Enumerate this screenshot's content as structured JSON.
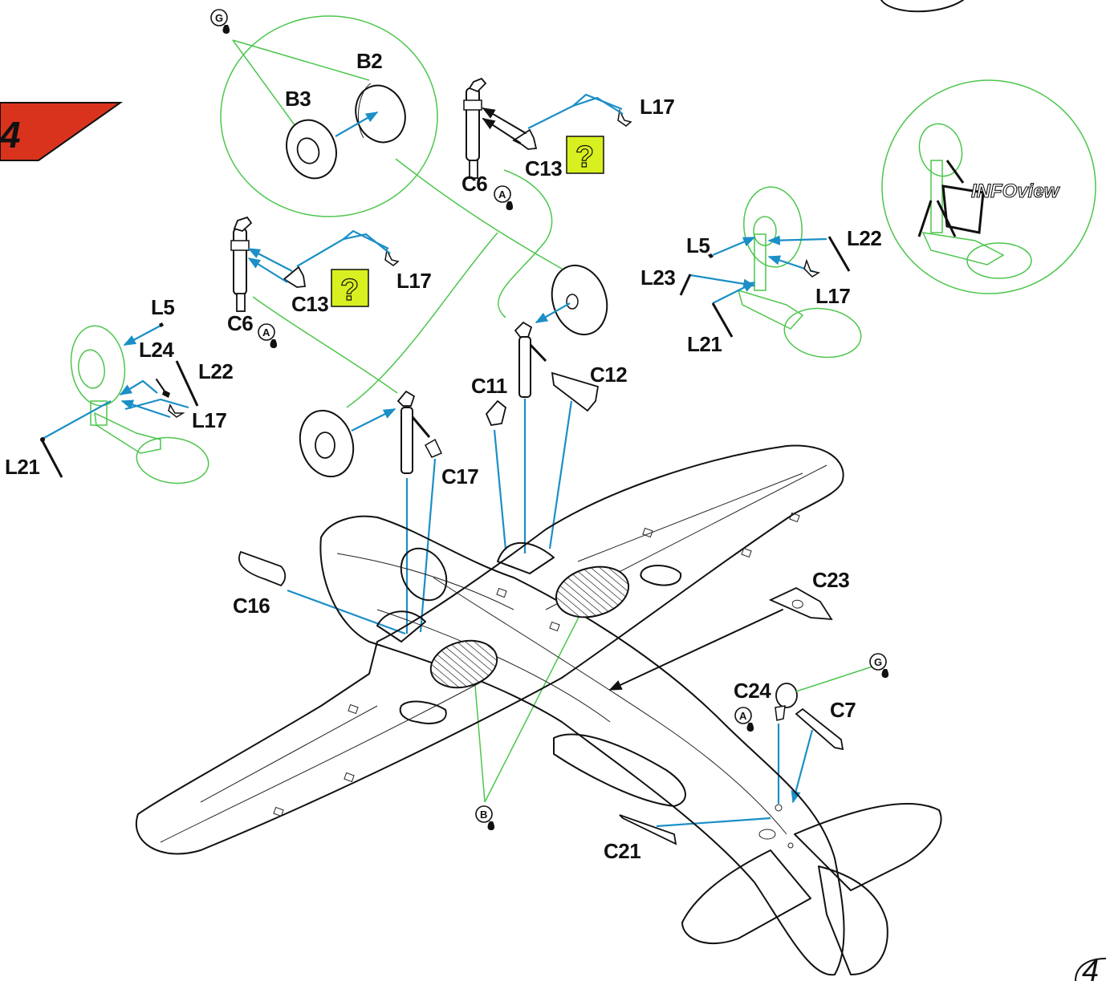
{
  "step": {
    "number": "4",
    "color": "#d9331e"
  },
  "page_number": "4",
  "infoview": {
    "label": "INFOview"
  },
  "colors": {
    "leader_blue": "#1b8fc6",
    "callout_green": "#4cc64c",
    "question_box": "#d8f020",
    "step_red": "#d9331e"
  },
  "labels": {
    "b2": "B2",
    "b3": "B3",
    "l17_top": "L17",
    "c13_top": "C13",
    "c6_top": "C6",
    "l17_mid": "L17",
    "c13_mid": "C13",
    "c6_mid": "C6",
    "l5_left": "L5",
    "l24": "L24",
    "l22_left": "L22",
    "l17_left": "L17",
    "l21_left": "L21",
    "l5_right": "L5",
    "l22_right": "L22",
    "l23": "L23",
    "l17_right": "L17",
    "l21_right": "L21",
    "c11": "C11",
    "c12": "C12",
    "c17": "C17",
    "c16": "C16",
    "c23": "C23",
    "c24": "C24",
    "c7": "C7",
    "c21": "C21"
  },
  "glue_markers": {
    "g_top": "G",
    "a_top": "A",
    "a_mid": "A",
    "b": "B",
    "g_right": "G",
    "a_right": "A"
  },
  "question_marks": {
    "top": "?",
    "mid": "?"
  }
}
